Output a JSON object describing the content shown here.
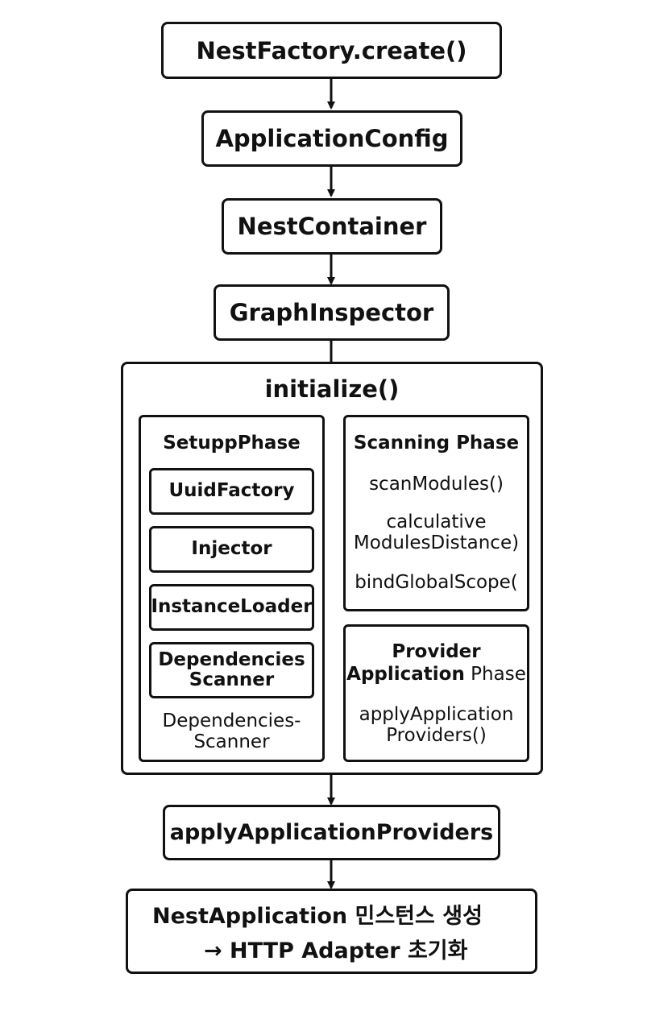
{
  "nodes": {
    "factory": "NestFactory.create()",
    "config": "ApplicationConfig",
    "container": "NestContainer",
    "inspector": "GraphInspector",
    "apply": "applyApplicationProviders",
    "result_line1": "NestApplication 민스턴스 생성",
    "result_line2": "→ HTTP Adapter 초기화"
  },
  "initialize": {
    "title": "initialize()",
    "setup": {
      "title": "SetuppPhase",
      "items": [
        "UuidFactory",
        "Injector",
        "InstanceLoader"
      ],
      "scanner_line1": "Dependencies",
      "scanner_line2": "Scanner",
      "note_line1": "Dependencies-",
      "note_line2": "Scanner"
    },
    "scanning": {
      "title": "Scanning Phase",
      "step1": "scanModules()",
      "step2_line1": "calculative",
      "step2_line2": "ModulesDistance)",
      "step3": "bindGlobalScope("
    },
    "provider": {
      "title_line1": "Provider",
      "title_line2_bold": "Application",
      "title_line2_normal": " Phase",
      "step_line1": "applyApplication",
      "step_line2": "Providers()"
    }
  }
}
